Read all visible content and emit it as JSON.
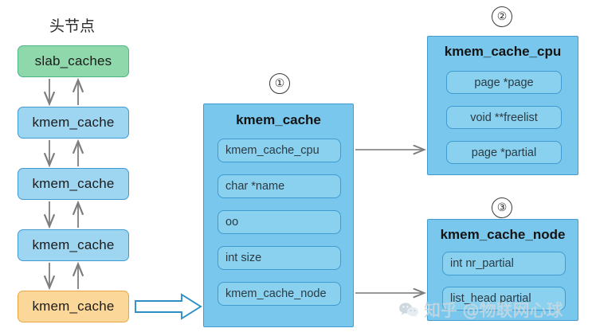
{
  "diagram": {
    "caption_head": "头节点",
    "chain": [
      {
        "label": "slab_caches",
        "color": "#8fd8ac"
      },
      {
        "label": "kmem_cache",
        "color": "#9ed5f0"
      },
      {
        "label": "kmem_cache",
        "color": "#9ed5f0"
      },
      {
        "label": "kmem_cache",
        "color": "#9ed5f0"
      },
      {
        "label": "kmem_cache",
        "color": "#fcd79a"
      }
    ],
    "markers": {
      "one": "①",
      "two": "②",
      "three": "③"
    },
    "structs": [
      {
        "id": "kmem_cache",
        "title": "kmem_cache",
        "marker": "①",
        "fields": [
          "kmem_cache_cpu",
          "char *name",
          "oo",
          "int size",
          "kmem_cache_node"
        ]
      },
      {
        "id": "kmem_cache_cpu",
        "title": "kmem_cache_cpu",
        "marker": "②",
        "fields": [
          "page *page",
          "void **freelist",
          "page *partial"
        ]
      },
      {
        "id": "kmem_cache_node",
        "title": "kmem_cache_node",
        "marker": "③",
        "fields": [
          "int nr_partial",
          "list_head partial"
        ]
      }
    ],
    "colors": {
      "green_fill": "#8fd8ac",
      "green_border": "#4cb683",
      "blue_fill": "#9ed5f0",
      "blue_border": "#3d9ad3",
      "orange_fill": "#fcd79a",
      "orange_border": "#e9a53e",
      "struct_fill": "#79c7ec",
      "field_fill": "#8ad0ef",
      "arrow_gray": "#7d7d7d",
      "block_arrow": "#2e8fc4"
    }
  },
  "watermark": {
    "text": "知乎 @物联网心球"
  }
}
